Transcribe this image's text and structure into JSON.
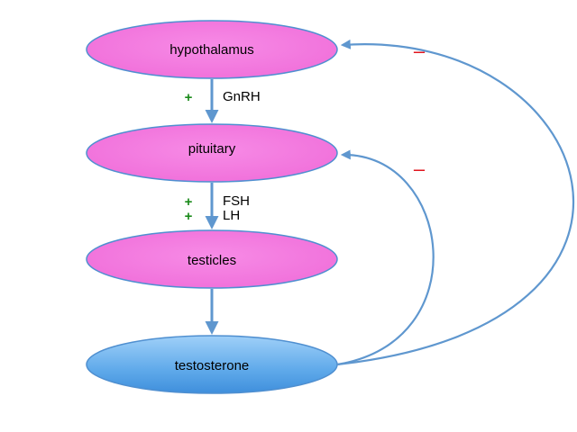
{
  "nodes": {
    "hypothalamus": {
      "label": "hypothalamus"
    },
    "pituitary": {
      "label": "pituitary"
    },
    "testicles": {
      "label": "testicles"
    },
    "testosterone": {
      "label": "testosterone"
    }
  },
  "edges": {
    "gnrh": {
      "label": "GnRH",
      "sign": "+"
    },
    "fsh": {
      "label": "FSH",
      "sign": "+"
    },
    "lh": {
      "label": "LH",
      "sign": "+"
    },
    "feedback_hypothalamus": {
      "sign": "–"
    },
    "feedback_pituitary": {
      "sign": "–"
    }
  },
  "colors": {
    "node_pink": "#f47ee0",
    "node_blue": "#6fb5ee",
    "arrow": "#5f97cf",
    "positive": "#1a8a1a",
    "negative": "#e0141e"
  }
}
